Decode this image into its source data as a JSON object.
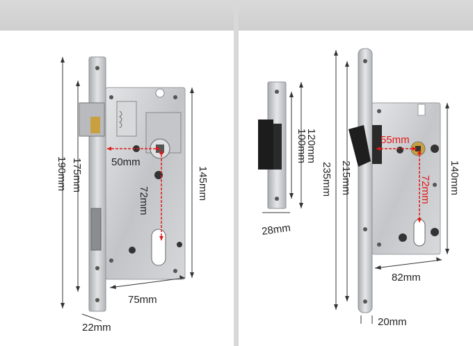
{
  "left_view": {
    "dimensions": {
      "height_total": "190mm",
      "height_faceplate": "175mm",
      "height_case": "145mm",
      "backset": "50mm",
      "spindle_to_cylinder": "72mm",
      "case_width": "75mm",
      "faceplate_width": "22mm"
    }
  },
  "right_view": {
    "dimensions": {
      "strike_outer": "120mm",
      "strike_inner": "100mm",
      "strike_width": "28mm",
      "height_total": "235mm",
      "height_inner": "215mm",
      "height_case": "140mm",
      "backset": "55mm",
      "spindle_to_cylinder": "72mm",
      "case_width": "82mm",
      "faceplate_width": "20mm"
    }
  },
  "colors": {
    "metal": "#c9cbcd",
    "measurement_red": "#e01818",
    "header_bar": "#d4d4d4"
  }
}
